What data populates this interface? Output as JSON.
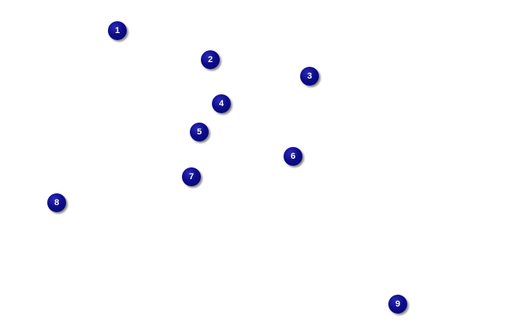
{
  "markers": [
    {
      "label": "1"
    },
    {
      "label": "2"
    },
    {
      "label": "3"
    },
    {
      "label": "4"
    },
    {
      "label": "5"
    },
    {
      "label": "6"
    },
    {
      "label": "7"
    },
    {
      "label": "8"
    },
    {
      "label": "9"
    }
  ],
  "colors": {
    "background": "#ffffff",
    "marker_fill": "#0d0d8a",
    "marker_text": "#ffffff"
  }
}
